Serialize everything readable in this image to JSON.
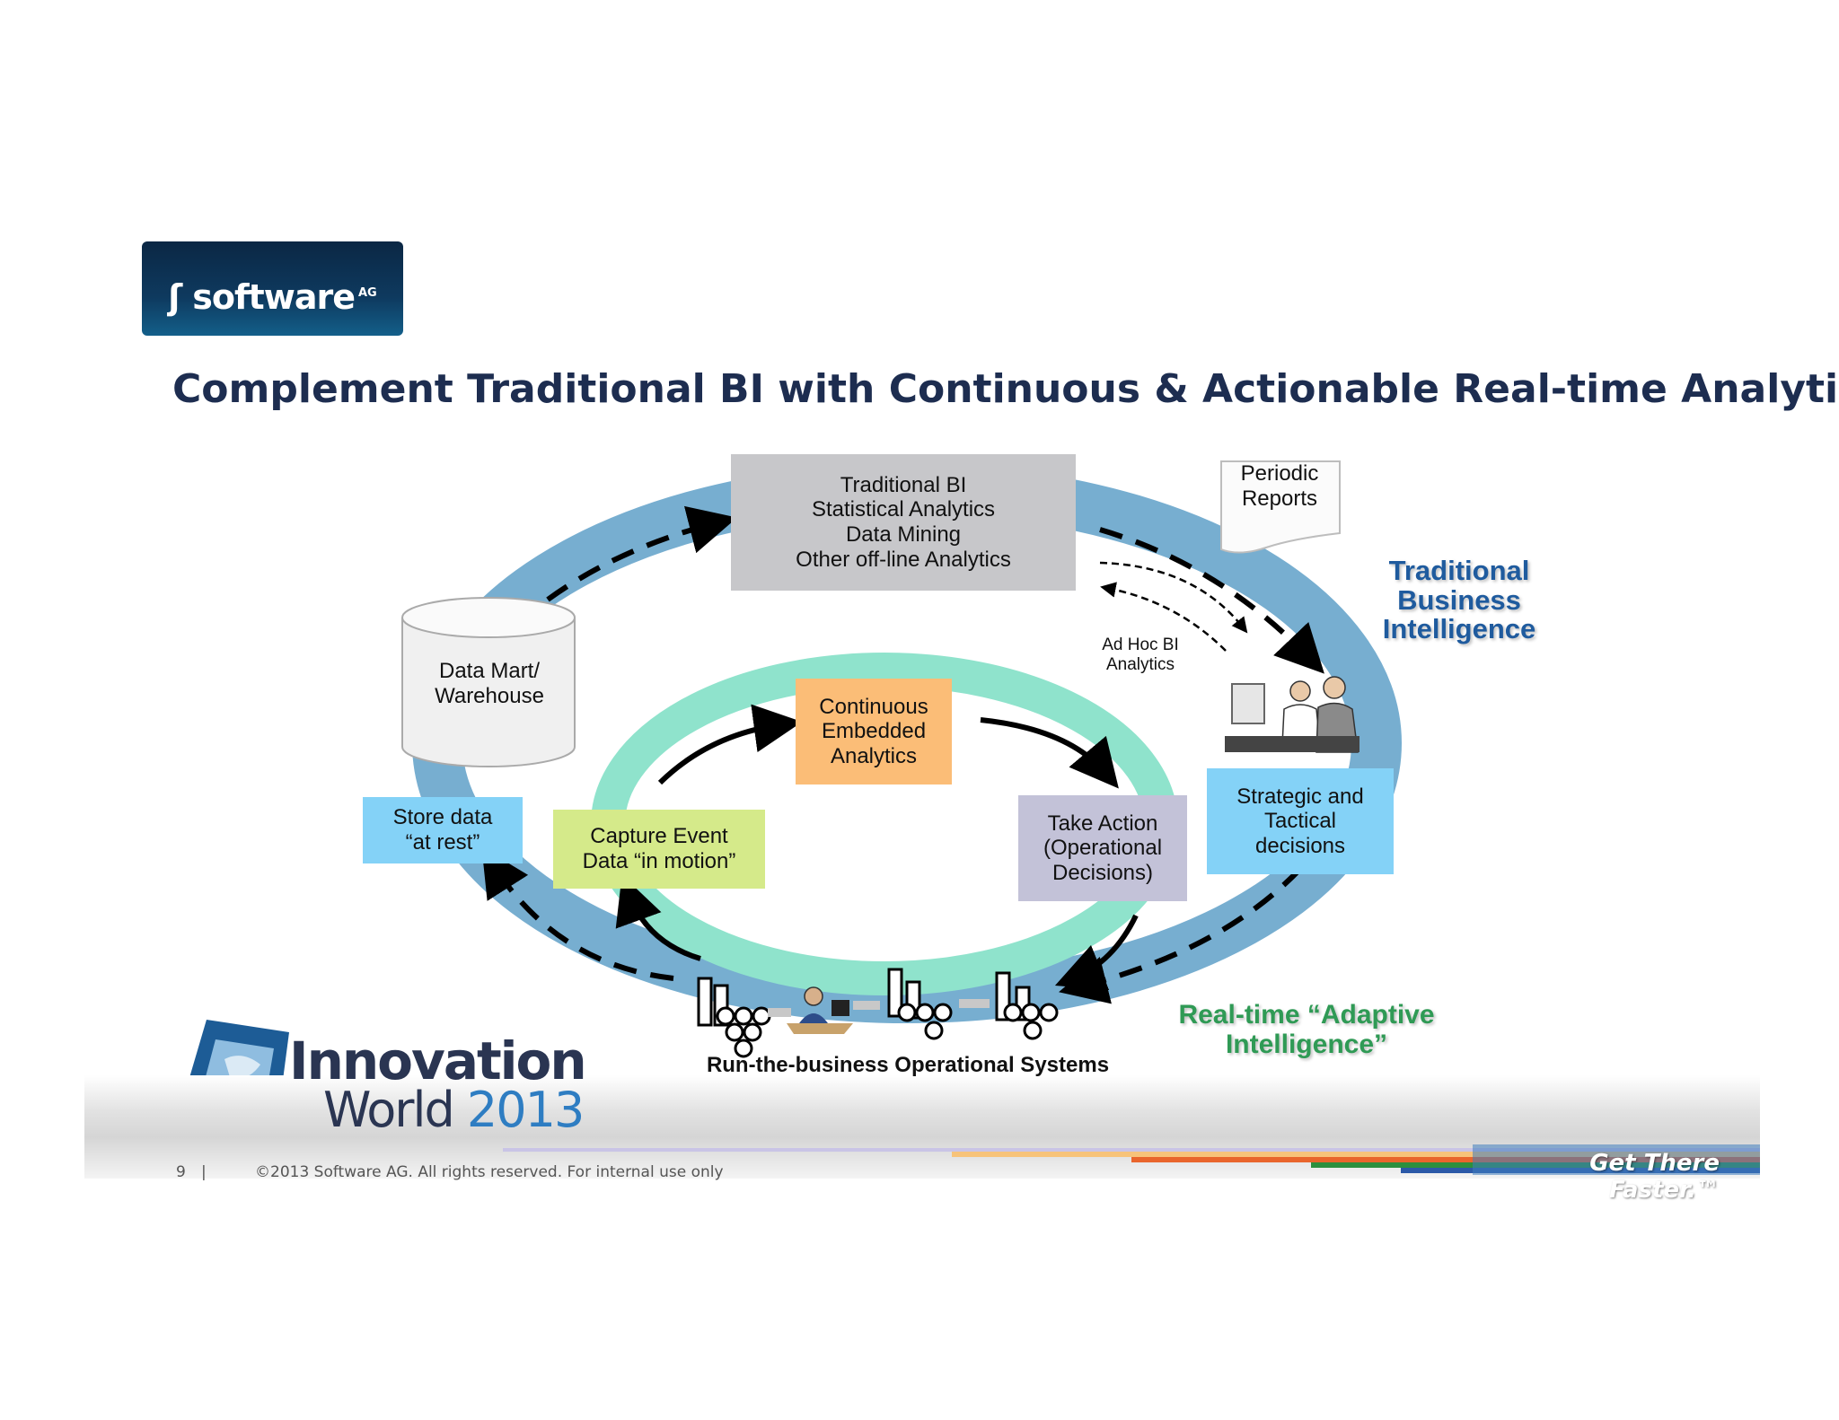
{
  "brand": {
    "logo_text": "software",
    "logo_suffix": "AG"
  },
  "slide": {
    "title": "Complement Traditional BI with Continuous & Actionable Real-time Analytics"
  },
  "diagram": {
    "traditional_bi": [
      "Traditional BI",
      "Statistical Analytics",
      "Data Mining",
      "Other off-line Analytics"
    ],
    "periodic_reports": [
      "Periodic",
      "Reports"
    ],
    "traditional_label": [
      "Traditional",
      "Business",
      "Intelligence"
    ],
    "ad_hoc": [
      "Ad Hoc BI",
      "Analytics"
    ],
    "data_mart": [
      "Data Mart/",
      "Warehouse"
    ],
    "continuous": [
      "Continuous",
      "Embedded",
      "Analytics"
    ],
    "strategic": [
      "Strategic and",
      "Tactical",
      "decisions"
    ],
    "store_data": [
      "Store data",
      "“at rest”"
    ],
    "capture_event": [
      "Capture Event",
      "Data “in motion”"
    ],
    "take_action": [
      "Take Action",
      "(Operational",
      "Decisions)"
    ],
    "realtime_label": [
      "Real-time “Adaptive",
      "Intelligence”"
    ],
    "operational_systems": "Run-the-business Operational Systems"
  },
  "event": {
    "line1": "Innovation",
    "line2a": "World ",
    "line2b": "2013"
  },
  "footer": {
    "page_number": "9",
    "separator": "|",
    "copyright": "©2013 Software AG. All rights reserved. For internal use only",
    "tagline": "Get There Faster.™"
  },
  "colors": {
    "title": "#1d2d50",
    "outer_ring": "#77aed0",
    "inner_ring": "#8fe3cc",
    "gray_box": "#c7c7ca",
    "orange_box": "#fbbd77",
    "blue_box": "#84d2f7",
    "green_box": "#d5ea8a",
    "lavender_box": "#c3c2d8",
    "blue_label": "#1f5b9e",
    "green_label": "#2f9a55"
  }
}
